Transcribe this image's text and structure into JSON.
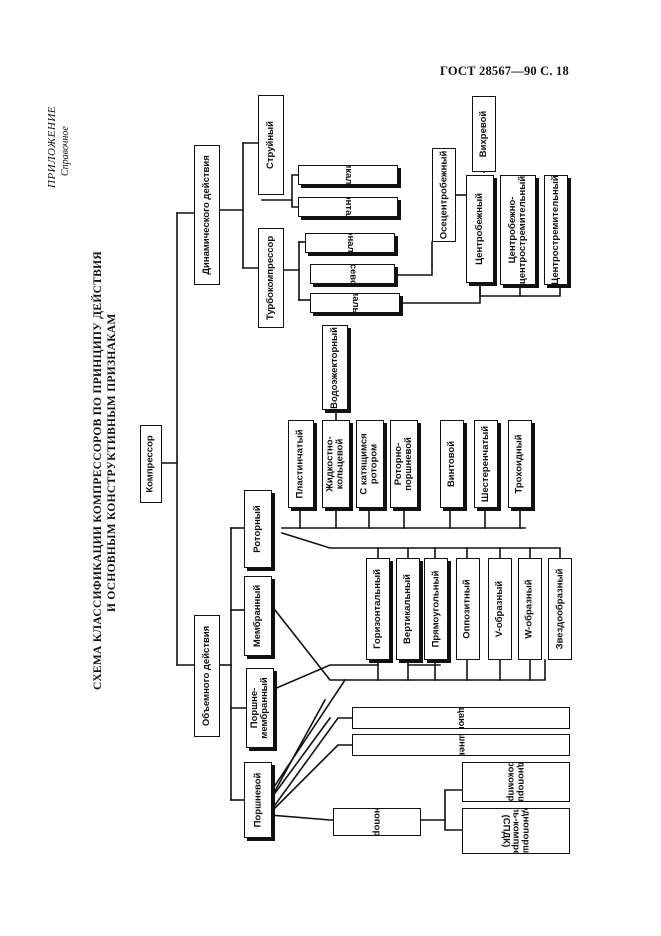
{
  "header": {
    "gost": "ГОСТ 28567—90 С. 18",
    "appendix": "ПРИЛОЖЕНИЕ",
    "appendix_sub": "Справочное",
    "title_line1": "СХЕМА КЛАССИФИКАЦИИ КОМПРЕССОРОВ ПО ПРИНЦИПУ ДЕЙСТВИЯ",
    "title_line2": "И ОСНОВНЫМ КОНСТРУКТИВНЫМ ПРИЗНАКАМ"
  },
  "nodes": {
    "root": "Компрессор",
    "dynamic": "Динамического действия",
    "volumetric": "Объемного действия",
    "jet": "Струйный",
    "turbo": "Турбокомпрессор",
    "jet_vertical": "Вертикальный",
    "jet_horizontal": "Горизонтальный",
    "diagonal": "Диагональный",
    "axial": "Осевой",
    "radial": "Радиальный",
    "axial_centrifugal": "Осецентробежный",
    "centrifugal": "Центробежный",
    "vortex": "Вихревой",
    "centrobezh_centrostrem": "Центробежно-\nцентростремительный",
    "centrostrem": "Центростремительный",
    "rotary": "Роторный",
    "membrane": "Мембранный",
    "piston_membrane": "Поршне-\nмембранный",
    "piston": "Поршневой",
    "plastinchaty": "Пластинчатый",
    "liquid_ring": "Жидкостно-\nкольцевой",
    "rolling_rotor": "С катящимся\nротором",
    "rotor_piston": "Роторно-\nпоршневой",
    "screw": "Винтовой",
    "gear": "Шестеренчатый",
    "roots": "Трохоидный",
    "water_jet": "Водоэжекторный",
    "horizontal": "Горизонтальный",
    "vertical": "Вертикальный",
    "rectangular": "Прямоугольный",
    "opposed": "Оппозитный",
    "v_shaped": "V-образный",
    "w_shaped": "W-образный",
    "star_shaped": "Звездообразный",
    "rotating_pistons": "Компрессор с вращающимися поршнями",
    "axial_piston": "Аксиально-поршневой компрессор",
    "free_piston": "Свободнопоршневой",
    "free_piston_electro": "Свободнопоршневой\nэлектрокомпрессор",
    "free_piston_diesel": "Свободнопоршневой\nдизель-компрессор\n(СПДК)"
  }
}
